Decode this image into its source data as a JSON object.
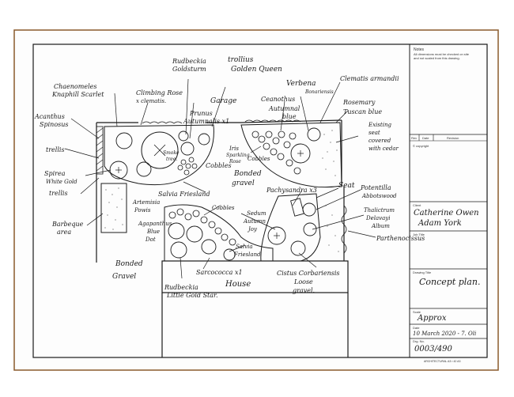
{
  "title_block": {
    "notes_heading": "Notes",
    "notes_line1": "All dimensions must be checked on site",
    "notes_line2": "and not scaled from this drawing.",
    "rev_label": "Rev",
    "date_label": "Date",
    "revision_label": "Revision",
    "copyright": "© copyright",
    "client_label": "Client",
    "client_name_line1": "Catherine Owen",
    "client_name_line2": "Adam York",
    "job_title_label": "Job Title",
    "drawing_title_label": "Drawing Title",
    "drawing_title": "Concept plan.",
    "scale_label": "Scale",
    "scale_value": "Approx",
    "date_field_label": "Date",
    "date_value": "10 March 2020 - 7. Oli",
    "drawing_no_label": "Drg. No.",
    "drawing_no": "0003/490",
    "paper_footer": "ARCHITECTURAL A3 ▪ 42 A3"
  },
  "labels": {
    "rudbeckia_gold_1": "Rudbeckia",
    "rudbeckia_gold_2": "Goldsturm",
    "trollius_1": "trollius",
    "trollius_2": "Golden Queen",
    "verbena_1": "Verbena",
    "verbena_2": "Bonariensis",
    "clematis": "Clematis armandii",
    "chaenomeles_1": "Chaenomeles",
    "chaenomeles_2": "Knaphill Scarlet",
    "climbing_1": "Climbing Rose",
    "climbing_2": "x clematis.",
    "garage": "Garage",
    "prunus_1": "Prunus",
    "prunus_2": "Autumnalis x1",
    "ceanothus_1": "Ceanothus",
    "ceanothus_2": "Autumnal",
    "ceanothus_3": "blue",
    "rosemary_1": "Rosemary",
    "rosemary_2": "Tuscan blue",
    "acanthus_1": "Acanthus",
    "acanthus_2": "Spinosus",
    "existing_1": "Existing",
    "existing_2": "seat",
    "existing_3": "covered",
    "existing_4": "with cedar",
    "trellis_1": "trellis",
    "smoke_1": "Smoke",
    "smoke_2": "tree.",
    "iris_1": "Iris",
    "iris_2": "Sparkling",
    "iris_3": "Rose",
    "cobbles_1": "Cobbles",
    "cobbles_2": "Cobbles",
    "cobbles_3": "Cobbles",
    "spirea_1": "Spirea",
    "spirea_2": "White Gold",
    "bonded_gravel_1": "Bonded",
    "bonded_gravel_2": "gravel",
    "trellis_2": "trellis",
    "salvia_1": "Salvia Friesland",
    "pachysandra": "Pachysandra x3",
    "seat": "Seat",
    "potentilla_1": "Potentilla",
    "potentilla_2": "Abbotswood",
    "artemisia_1": "Artemisia",
    "artemisia_2": "Powis",
    "barbeque_1": "Barbeque",
    "barbeque_2": "area",
    "agapanthus_1": "Agapanthus",
    "agapanthus_2": "Blue",
    "agapanthus_3": "Dot",
    "sedum_1": "Sedum",
    "sedum_2": "Autumn",
    "sedum_3": "Joy",
    "thalictrum_1": "Thalictrum",
    "thalictrum_2": "Delavayi",
    "thalictrum_3": "Album",
    "parthenocissus": "Parthenocissus",
    "salvia_2a": "Salvia",
    "salvia_2b": "Friesland",
    "bonded_gravel_3": "Bonded",
    "bonded_gravel_4": "Gravel",
    "sarcococca": "Sarcococca x1",
    "cistus_1": "Cistus Corbariensis",
    "cistus_2": "Loose",
    "cistus_3": "gravel.",
    "house": "House",
    "rudbeckia_little_1": "Rudbeckia",
    "rudbeckia_little_2": "Little Gold Star."
  },
  "colors": {
    "ink": "#1a1a1a",
    "paper": "#ffffff",
    "sheet_edge": "#8a5a2b"
  }
}
